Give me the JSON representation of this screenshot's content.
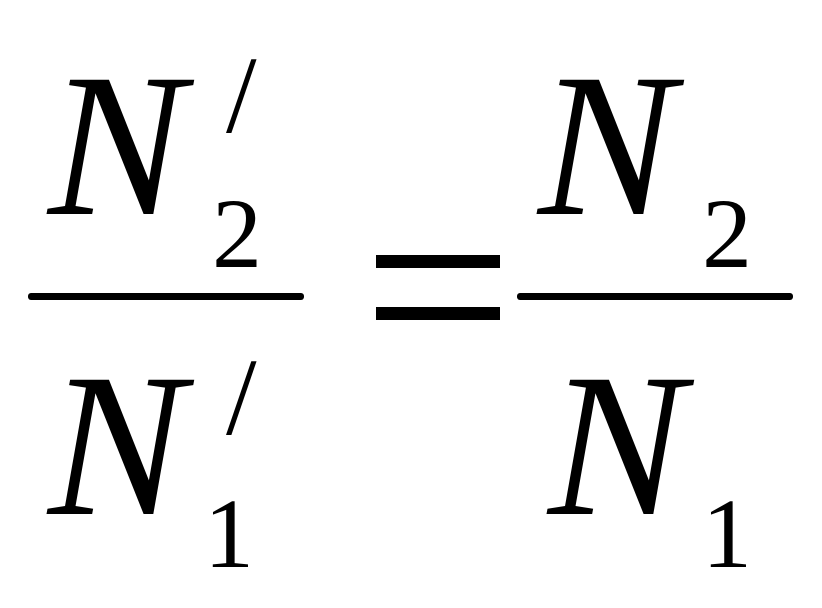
{
  "equation": {
    "left": {
      "numerator": {
        "symbol": "N",
        "subscript": "2",
        "prime": "/"
      },
      "denominator": {
        "symbol": "N",
        "subscript": "1",
        "prime": "/"
      }
    },
    "right": {
      "numerator": {
        "symbol": "N",
        "subscript": "2"
      },
      "denominator": {
        "symbol": "N",
        "subscript": "1"
      }
    },
    "colors": {
      "ink": "#000000",
      "background": "#ffffff"
    }
  }
}
